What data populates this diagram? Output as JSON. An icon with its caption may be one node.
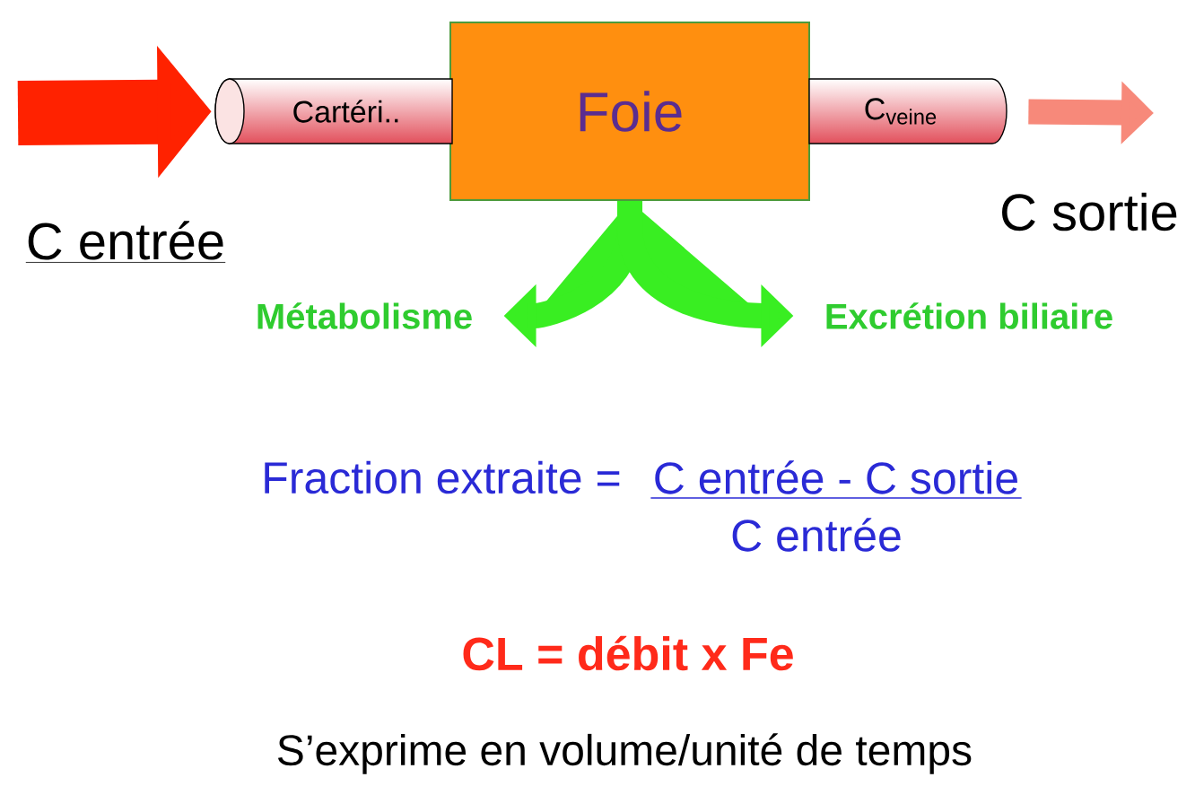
{
  "diagram": {
    "nodes": [
      {
        "text": [
          "Foie"
        ]
      },
      {
        "text": [
          "Cartéri.."
        ]
      },
      {
        "text": [
          "C$_{veine}$"
        ]
      },
      {
        "text": [
          "Métabolisme"
        ]
      },
      {
        "text": [
          "Excrétion biliaire"
        ]
      }
    ],
    "edges": [
      {
        "from": 0,
        "to": 3,
        "arrow": "to"
      },
      {
        "from": 0,
        "to": 4,
        "arrow": "to"
      },
      {
        "from": null,
        "to": 1,
        "arrow": "to",
        "style": "thick",
        "color": "#ff2200"
      },
      {
        "from": 2,
        "to": null,
        "arrow": "to",
        "color": "#f7897a"
      }
    ],
    "labels": [
      "C entrée",
      "C sortie",
      "Fraction extraite =",
      "C entrée - C sortie",
      "C entrée",
      "CL = débit x Fe",
      "S’exprime en volume/unité de temps"
    ]
  }
}
